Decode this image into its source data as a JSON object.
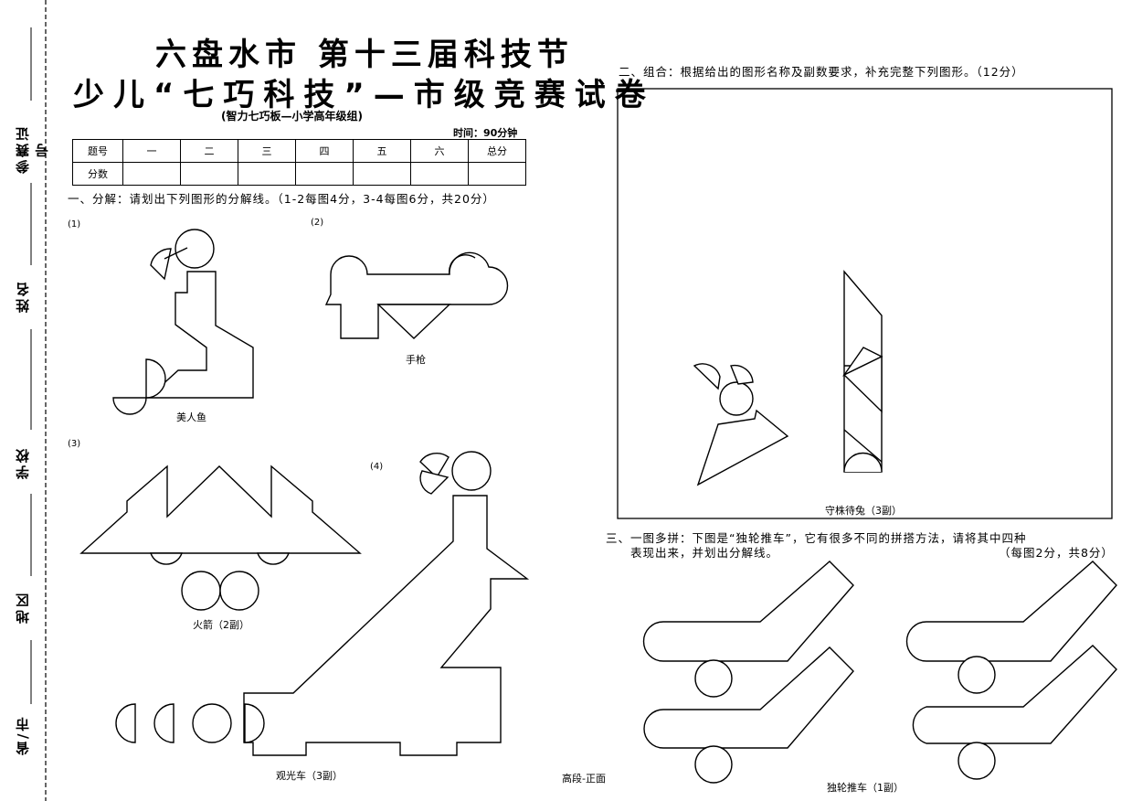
{
  "binding_margin": {
    "labels": [
      "参赛证号",
      "姓名",
      "学校",
      "地区",
      "省/市"
    ]
  },
  "header": {
    "title_line1": "六盘水市 第十三届科技节",
    "title_line2": "少儿“七巧科技”—市级竞赛试卷",
    "subtitle": "(智力七巧板—小学高年级组)",
    "time": "时间：90分钟"
  },
  "score_table": {
    "header_label": "题号",
    "columns": [
      "一",
      "二",
      "三",
      "四",
      "五",
      "六",
      "总分"
    ],
    "row_label": "分数"
  },
  "section1": {
    "heading": "一、分解：请划出下列图形的分解线。（1-2每图4分，3-4每图6分，共20分）",
    "items": [
      {
        "num": "(1)",
        "caption": "美人鱼"
      },
      {
        "num": "(2)",
        "caption": "手枪"
      },
      {
        "num": "(3)",
        "caption": "火箭（2副）"
      },
      {
        "num": "(4)",
        "caption": "观光车（3副）"
      }
    ]
  },
  "section2": {
    "heading": "二、组合：根据给出的图形名称及副数要求，补充完整下列图形。（12分）",
    "caption": "守株待兔（3副）"
  },
  "section3": {
    "heading_line1": "三、一图多拼：下图是“独轮推车”，它有很多不同的拼搭方法，请将其中四种",
    "heading_line2": "表现出来，并划出分解线。",
    "score_note": "（每图2分，共8分）",
    "caption": "独轮推车（1副）"
  },
  "footer": {
    "page_label": "高段-正面"
  }
}
